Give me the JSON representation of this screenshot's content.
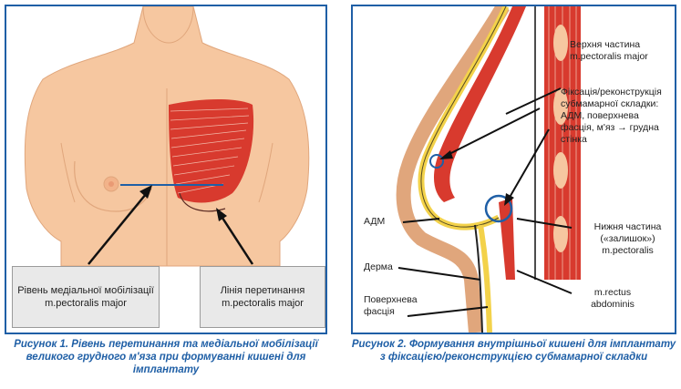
{
  "figure1": {
    "label_left": "Рівень медіальної мобілізації m.pectoralis major",
    "label_right": "Лінія перетинання m.pectoralis major",
    "caption": "Рисунок 1. Рівень перетинання та медіальної мобілізації великого грудного м'яза при формуванні кишені для імплантату"
  },
  "figure2": {
    "labels": {
      "upper": "Верхня частина m.pectoralis major",
      "fixation": "Фіксація/реконструкція субмамарної складки: АДМ, поверхнева фасція, м'яз → грудна стінка",
      "adm": "АДМ",
      "lower": "Нижня частина («залишок») m.pectoralis",
      "derma": "Дерма",
      "fascia": "Поверхнева фасція",
      "rectus": "m.rectus abdominis"
    },
    "caption": "Рисунок 2. Формування внутрішньої кишені для імплантату з фіксацією/реконструкцією субмамарної складки"
  },
  "colors": {
    "frame": "#1f5fa6",
    "skin": "#f6c7a0",
    "muscle": "#d83a2e",
    "adm_yellow": "#f3d24a",
    "caption": "#1f5fa6"
  }
}
